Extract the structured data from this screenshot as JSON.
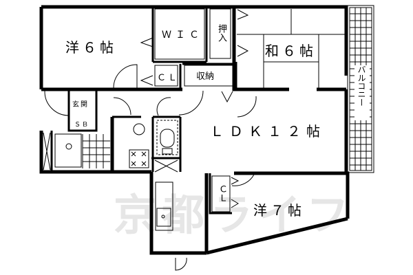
{
  "floor_plan": {
    "watermark": "京都ライフ",
    "rooms": {
      "western_room_1": "洋６帖",
      "walk_in_closet": "ＷＩＣ",
      "closet_1": "ＣＬ",
      "storage": "収納",
      "oshiire": "押入",
      "japanese_room": "和６帖",
      "balcony": "バルコニー",
      "entrance": "玄関",
      "shoe_box": "ＳＢ",
      "ldk": "ＬＤＫ１２帖",
      "closet_2": "ＣＬ",
      "western_room_2": "洋７帖"
    },
    "colors": {
      "wall": "#000000",
      "background": "#ffffff",
      "watermark": "#e6e6e6"
    }
  }
}
